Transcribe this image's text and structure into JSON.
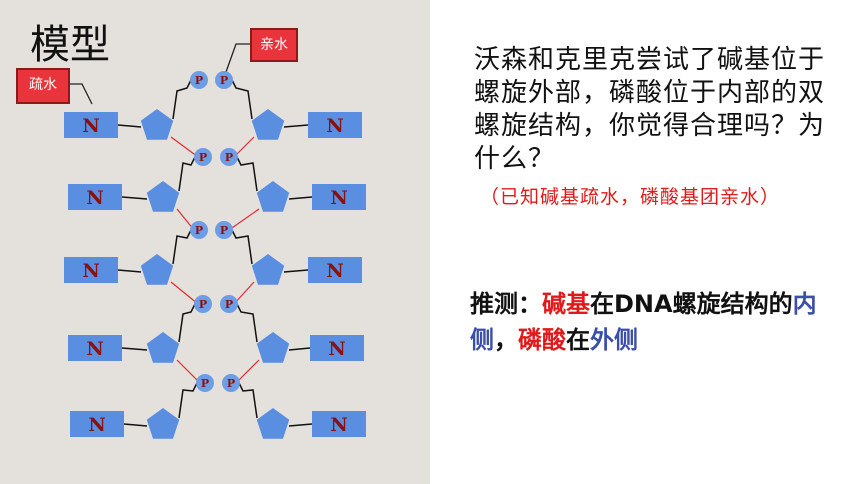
{
  "title": "模型",
  "labels": {
    "hydrophilic": "亲水",
    "hydrophobic": "疏水"
  },
  "nodes": {
    "base": "N",
    "phosphate": "P"
  },
  "question": "沃森和克里克尝试了碱基位于螺旋外部，磷酸位于内部的双螺旋结构，你觉得合理吗？为什么？",
  "hint": "（已知碱基疏水，磷酸基团亲水）",
  "conclusion": {
    "prefix": "推测：",
    "base": "碱基",
    "mid1": "在DNA螺旋结构的",
    "inner": "内侧",
    "comma": "，",
    "phosphate": "磷酸",
    "mid2": "在",
    "outer": "外侧"
  },
  "colors": {
    "base_fill": "#5a8ee0",
    "sugar_fill": "#5a8ee0",
    "phosphate_fill": "#6d9de5",
    "label_fill": "#e8343a",
    "link": "#e5292e"
  }
}
